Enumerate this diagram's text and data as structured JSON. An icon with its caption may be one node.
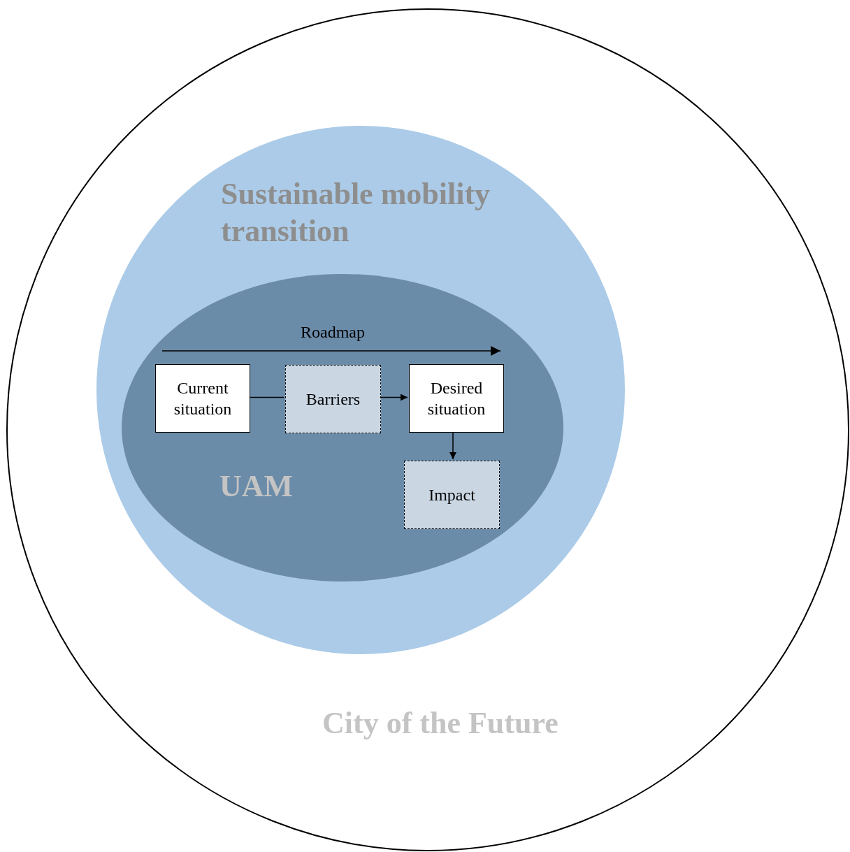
{
  "diagram": {
    "nodes": [
      {
        "text": [
          "City of the Future"
        ]
      },
      {
        "text": [
          "Sustainable mobility transition"
        ],
        "in": 0
      },
      {
        "text": [
          "UAM"
        ],
        "in": 1
      },
      {
        "text": [
          "Current situation"
        ],
        "in": 2
      },
      {
        "text": [
          "Barriers"
        ],
        "in": 2
      },
      {
        "text": [
          "Desired situation"
        ],
        "in": 2
      },
      {
        "text": [
          "Impact"
        ],
        "in": 2
      }
    ],
    "edges": [
      {
        "from": 3,
        "to": 4,
        "arrow": "none"
      },
      {
        "from": 4,
        "to": 5,
        "arrow": "to"
      },
      {
        "from": 5,
        "to": 6,
        "arrow": "to"
      }
    ],
    "labels": [
      "Roadmap"
    ]
  }
}
